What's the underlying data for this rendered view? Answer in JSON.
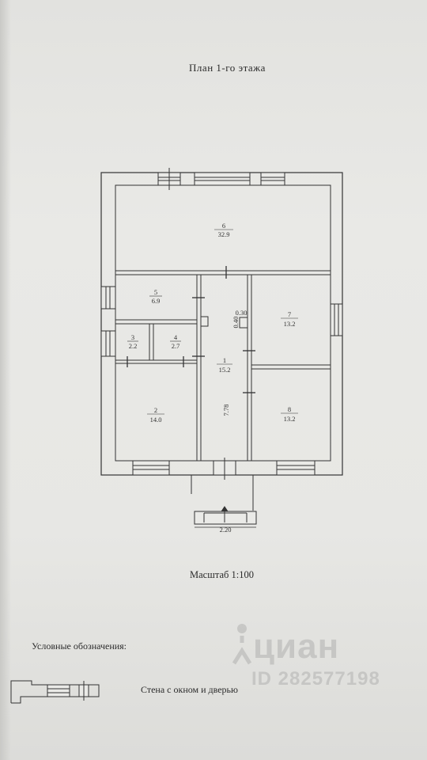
{
  "document": {
    "title": "План 1-го этажа",
    "scale": "Масштаб 1:100",
    "legend_heading": "Условные обозначения:",
    "legend_item": "Стена с окном и дверью"
  },
  "rooms": [
    {
      "number": "6",
      "area": "32.9"
    },
    {
      "number": "5",
      "area": "6.9"
    },
    {
      "number": "3",
      "area": "2.2"
    },
    {
      "number": "4",
      "area": "2.7"
    },
    {
      "number": "1",
      "area": "15.2"
    },
    {
      "number": "7",
      "area": "13.2"
    },
    {
      "number": "2",
      "area": "14.0"
    },
    {
      "number": "8",
      "area": "13.2"
    }
  ],
  "dimensions": {
    "corridor_length": "7.78",
    "column_width": "0.30",
    "column_depth": "0.40",
    "porch_width": "2.20"
  },
  "watermark": {
    "name": "циан",
    "id": "ID 282577198"
  }
}
